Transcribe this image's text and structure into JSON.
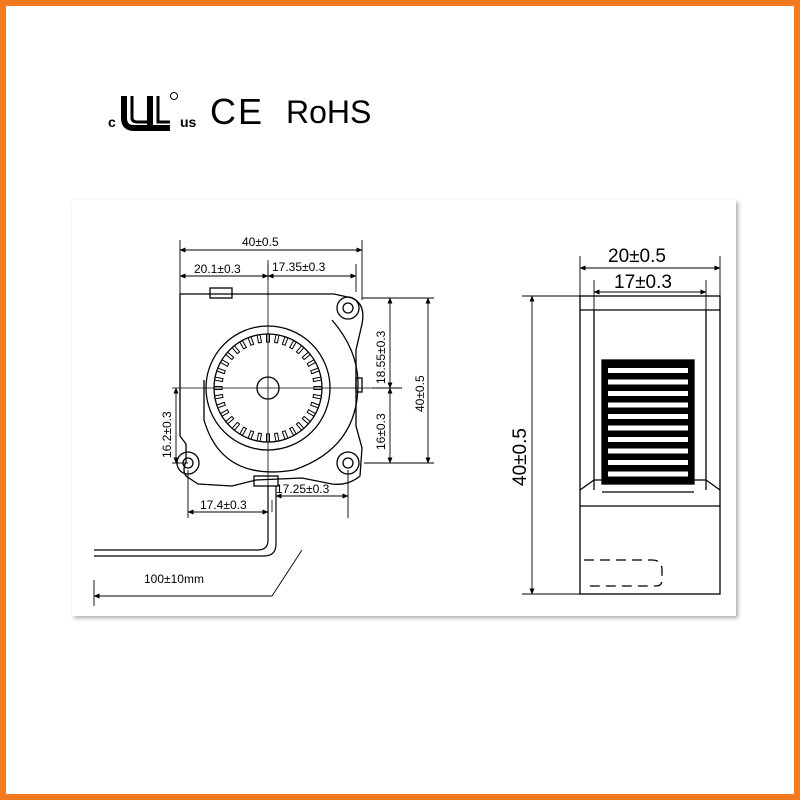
{
  "certifications": {
    "ul_c": "c",
    "ul_us": "us",
    "ce": "CE",
    "rohs": "RoHS"
  },
  "front_view": {
    "width_total": "40±0.5",
    "width_left": "20.1±0.3",
    "width_right": "17.35±0.3",
    "height_upper": "18.55±0.3",
    "height_total": "40±0.5",
    "height_left": "16.2±0.3",
    "height_lower": "16±0.3",
    "bottom_left": "17.4±0.3",
    "bottom_right": "17.25±0.3",
    "cable_length": "100±10mm"
  },
  "side_view": {
    "depth_total": "20±0.5",
    "depth_inner": "17±0.3",
    "height": "40±0.5"
  },
  "colors": {
    "frame": "#f07a1d",
    "line": "#000000"
  }
}
